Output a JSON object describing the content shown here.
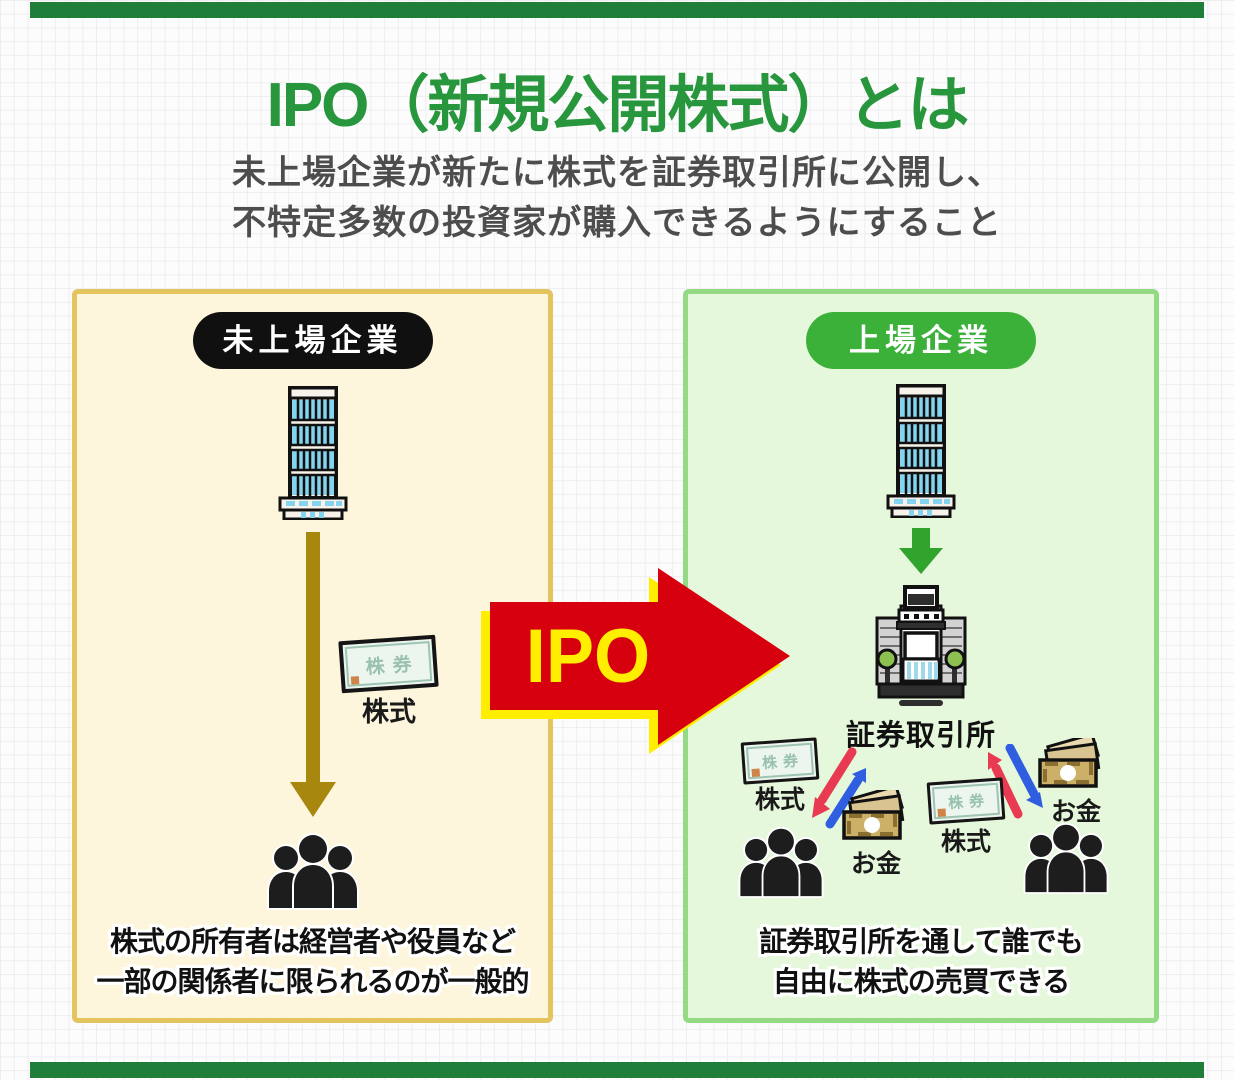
{
  "page": {
    "title": "IPO（新規公開株式）とは",
    "subtitle_line1": "未上場企業が新たに株式を証券取引所に公開し、",
    "subtitle_line2": "不特定多数の投資家が購入できるようにすること",
    "colors": {
      "title_green": "#27963c",
      "subtitle_gray": "#4d4d4d",
      "accent_bar_green": "#1e7e3a",
      "grid_line": "#eeeef1",
      "background": "#fcfcfc"
    }
  },
  "ipo_arrow": {
    "label": "IPO",
    "colors": {
      "body_red": "#d6000f",
      "shadow_yellow": "#ffee00",
      "label_yellow": "#ffee00"
    }
  },
  "left_panel": {
    "badge": "未上場企業",
    "certificate": {
      "face_text": "株券",
      "label": "株式"
    },
    "caption_line1": "株式の所有者は経営者や役員など",
    "caption_line2": "一部の関係者に限られるのが一般的",
    "colors": {
      "panel_bg": "#fdf5dc",
      "border": "#e4c45f",
      "badge_bg": "#101010",
      "down_arrow_olive": "#a8870f"
    }
  },
  "right_panel": {
    "badge": "上場企業",
    "exchange_label": "証券取引所",
    "trade_left": {
      "cert_face": "株券",
      "cert_label": "株式",
      "money_label": "お金"
    },
    "trade_right": {
      "cert_face": "株券",
      "cert_label": "株式",
      "money_label": "お金"
    },
    "caption_line1": "証券取引所を通して誰でも",
    "caption_line2": "自由に株式の売買できる",
    "colors": {
      "panel_bg": "#e6f8db",
      "border": "#94da84",
      "badge_bg": "#3cb13a",
      "down_arrow_green": "#31a42e",
      "sell_arrow_red": "#e83a50",
      "buy_arrow_blue": "#2f5fe0"
    }
  },
  "icon_names": [
    "office-building-icon",
    "stock-certificate-icon",
    "down-arrow-icon",
    "shareholders-group-icon",
    "stock-exchange-building-icon",
    "banknotes-icon",
    "sell-arrow-icon",
    "buy-arrow-icon",
    "ipo-right-arrow-icon"
  ]
}
